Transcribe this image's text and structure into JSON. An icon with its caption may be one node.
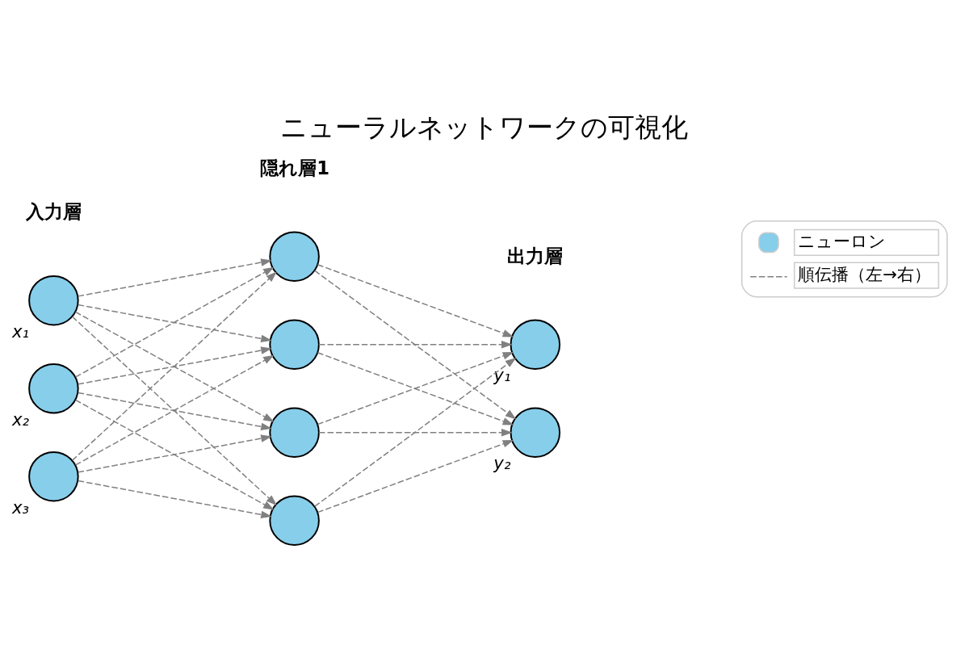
{
  "diagram": {
    "title": "ニューラルネットワークの可視化",
    "nodes": [
      {
        "text": [],
        "shape": "circle",
        "beside": [
          "x₁"
        ]
      },
      {
        "text": [],
        "shape": "circle",
        "beside": [
          "x₂"
        ]
      },
      {
        "text": [],
        "shape": "circle",
        "beside": [
          "x₃"
        ]
      },
      {
        "text": [],
        "shape": "circle"
      },
      {
        "text": [],
        "shape": "circle"
      },
      {
        "text": [],
        "shape": "circle"
      },
      {
        "text": [],
        "shape": "circle"
      },
      {
        "text": [],
        "shape": "circle",
        "beside": [
          "y₁"
        ]
      },
      {
        "text": [],
        "shape": "circle",
        "beside": [
          "y₂"
        ]
      }
    ],
    "edges": [
      {
        "from": 0,
        "to": 3,
        "arrow": "to",
        "style": "dashed"
      },
      {
        "from": 0,
        "to": 4,
        "arrow": "to",
        "style": "dashed"
      },
      {
        "from": 0,
        "to": 5,
        "arrow": "to",
        "style": "dashed"
      },
      {
        "from": 0,
        "to": 6,
        "arrow": "to",
        "style": "dashed"
      },
      {
        "from": 1,
        "to": 3,
        "arrow": "to",
        "style": "dashed"
      },
      {
        "from": 1,
        "to": 4,
        "arrow": "to",
        "style": "dashed"
      },
      {
        "from": 1,
        "to": 5,
        "arrow": "to",
        "style": "dashed"
      },
      {
        "from": 1,
        "to": 6,
        "arrow": "to",
        "style": "dashed"
      },
      {
        "from": 2,
        "to": 3,
        "arrow": "to",
        "style": "dashed"
      },
      {
        "from": 2,
        "to": 4,
        "arrow": "to",
        "style": "dashed"
      },
      {
        "from": 2,
        "to": 5,
        "arrow": "to",
        "style": "dashed"
      },
      {
        "from": 2,
        "to": 6,
        "arrow": "to",
        "style": "dashed"
      },
      {
        "from": 3,
        "to": 7,
        "arrow": "to",
        "style": "dashed"
      },
      {
        "from": 3,
        "to": 8,
        "arrow": "to",
        "style": "dashed"
      },
      {
        "from": 4,
        "to": 7,
        "arrow": "to",
        "style": "dashed"
      },
      {
        "from": 4,
        "to": 8,
        "arrow": "to",
        "style": "dashed"
      },
      {
        "from": 5,
        "to": 7,
        "arrow": "to",
        "style": "dashed"
      },
      {
        "from": 5,
        "to": 8,
        "arrow": "to",
        "style": "dashed"
      },
      {
        "from": 6,
        "to": 7,
        "arrow": "to",
        "style": "dashed"
      },
      {
        "from": 6,
        "to": 8,
        "arrow": "to",
        "style": "dashed"
      }
    ],
    "labels": [
      "入力層",
      "隠れ層1",
      "出力層"
    ],
    "legend": [
      {
        "text": "ニューロン"
      },
      {
        "text": "順伝播（左→右）"
      }
    ]
  }
}
